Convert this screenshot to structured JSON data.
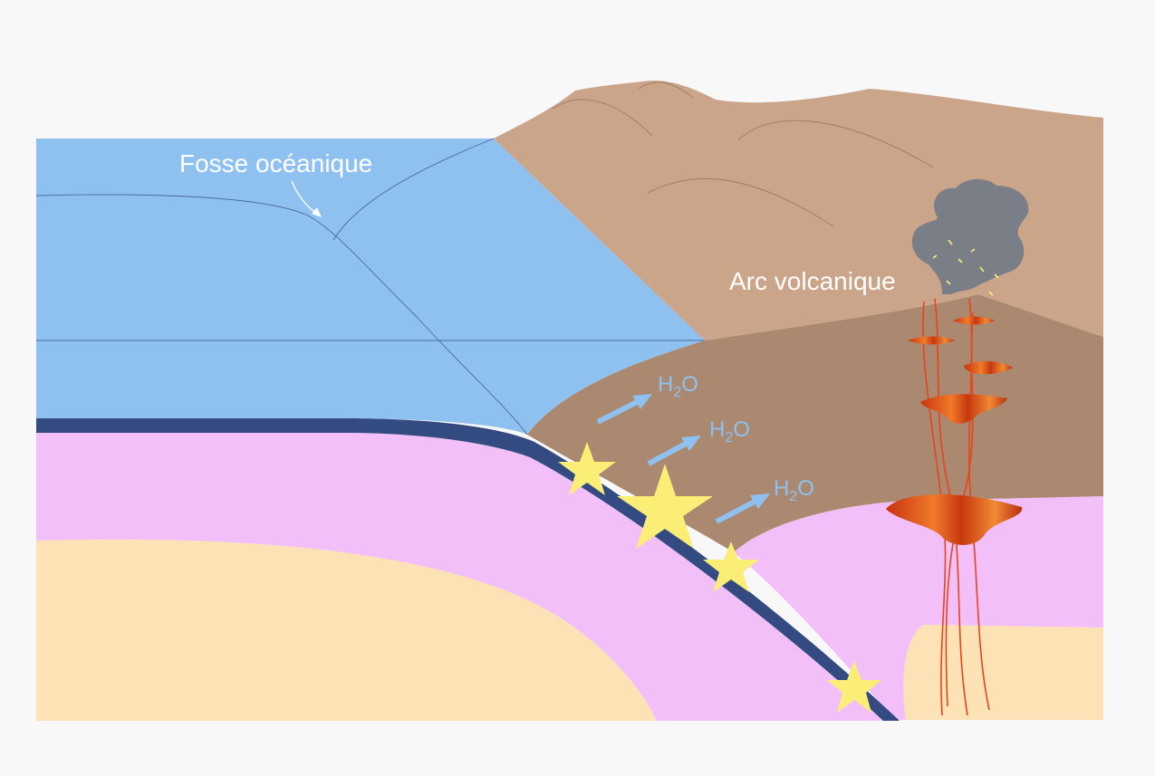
{
  "labels": {
    "trench": "Fosse océanique",
    "arc": "Arc volcanique",
    "water_1": {
      "main": "H",
      "sub": "2",
      "tail": "O"
    },
    "water_2": {
      "main": "H",
      "sub": "2",
      "tail": "O"
    },
    "water_3": {
      "main": "H",
      "sub": "2",
      "tail": "O"
    }
  },
  "colors": {
    "background": "#f8f8f8",
    "ocean": "#8fc1f0",
    "continental_crust_upper": "#cba58a",
    "continental_crust_lower": "#ab8870",
    "oceanic_crust": "#334b81",
    "lithospheric_mantle": "#f2bff9",
    "asthenosphere": "#fde2b5",
    "magma": "#e05a1e",
    "ash_cloud": "#7a7e87",
    "earthquake_star": "#fbee77",
    "water_arrow": "#8fc1f0"
  },
  "icons": {
    "earthquake": "star-icon",
    "water_release": "arrow-icon",
    "eruption": "ash-cloud-icon",
    "magma_chamber": "magma-chamber-icon"
  }
}
